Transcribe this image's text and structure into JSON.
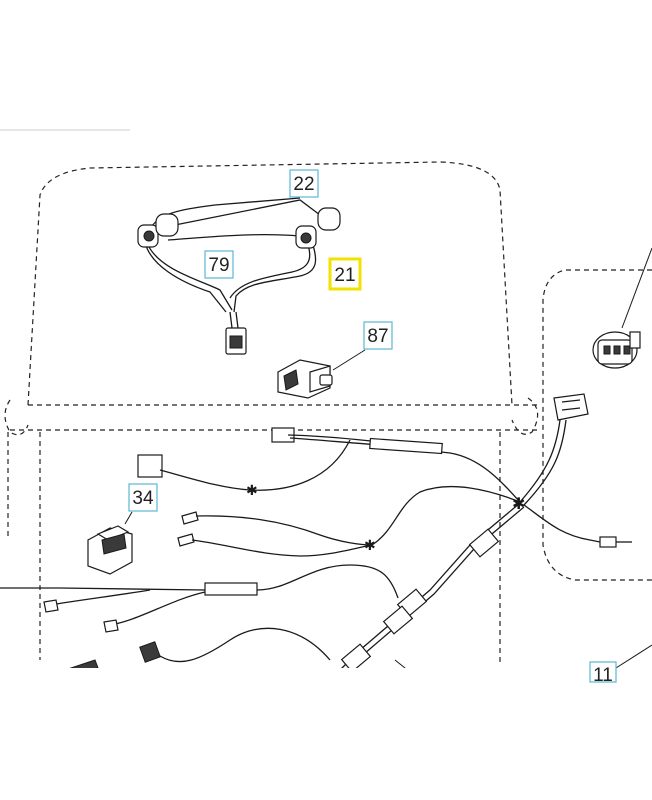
{
  "callouts": [
    {
      "id": "c22",
      "label": "22",
      "highlighted": false
    },
    {
      "id": "c79",
      "label": "79",
      "highlighted": false
    },
    {
      "id": "c21",
      "label": "21",
      "highlighted": true
    },
    {
      "id": "c87",
      "label": "87",
      "highlighted": false
    },
    {
      "id": "c34",
      "label": "34",
      "highlighted": false
    },
    {
      "id": "c11",
      "label": "11",
      "highlighted": false
    }
  ],
  "colors": {
    "callout_box": "#5bb8d4",
    "highlight_box": "#f2e200",
    "line": "#1a1a1a"
  }
}
